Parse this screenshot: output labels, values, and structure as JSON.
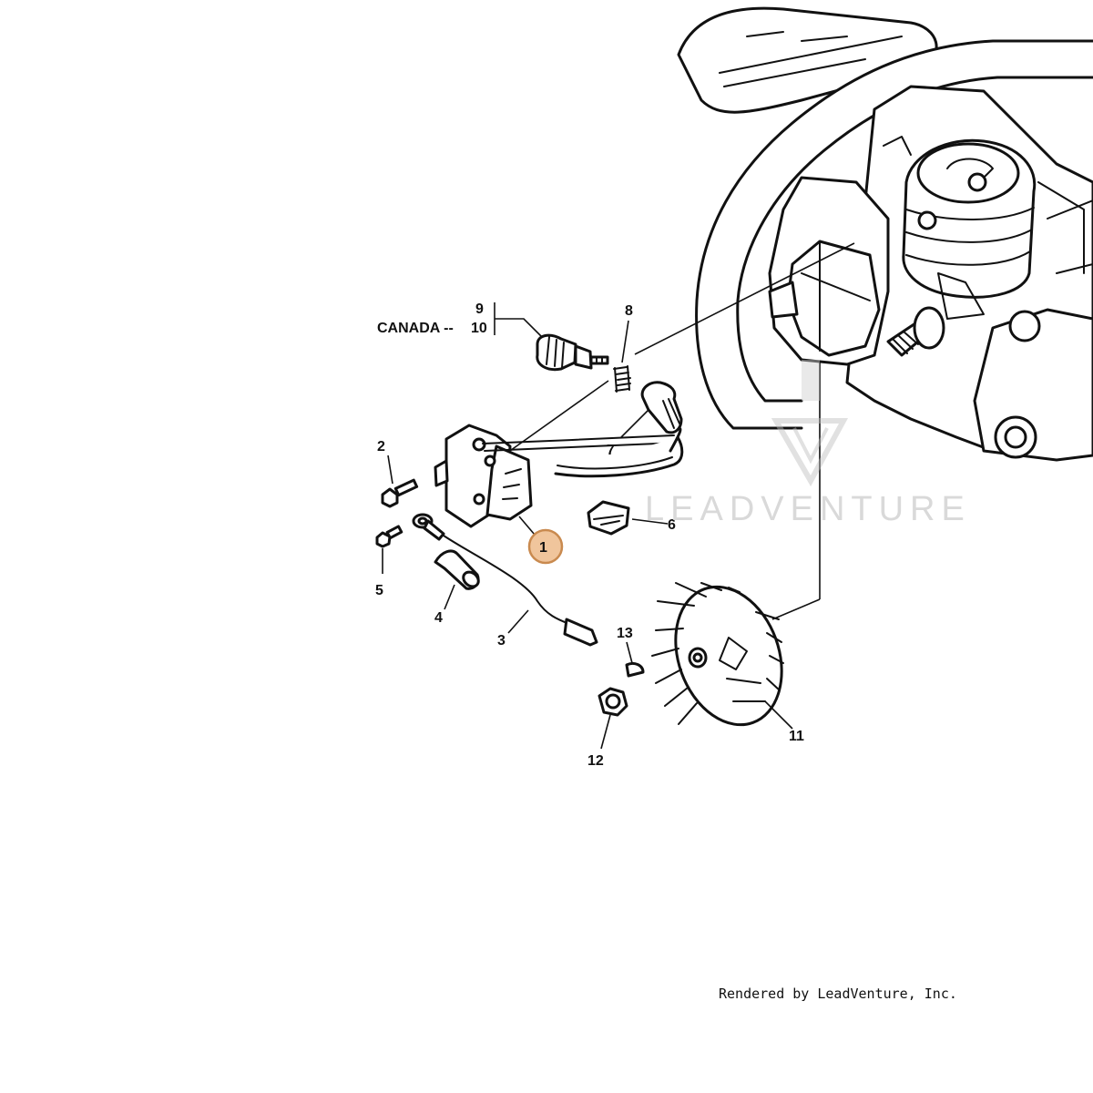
{
  "diagram": {
    "labels": {
      "canada": "CANADA --",
      "callouts": [
        {
          "id": "1",
          "text": "1",
          "highlighted": true
        },
        {
          "id": "2",
          "text": "2"
        },
        {
          "id": "3",
          "text": "3"
        },
        {
          "id": "4",
          "text": "4"
        },
        {
          "id": "5",
          "text": "5"
        },
        {
          "id": "6",
          "text": "6"
        },
        {
          "id": "7",
          "text": "7"
        },
        {
          "id": "8",
          "text": "8"
        },
        {
          "id": "9",
          "text": "9"
        },
        {
          "id": "10",
          "text": "10"
        },
        {
          "id": "11",
          "text": "11"
        },
        {
          "id": "12",
          "text": "12"
        },
        {
          "id": "13",
          "text": "13"
        }
      ]
    },
    "watermark": "LEADVENTURE",
    "credit": "Rendered by LeadVenture, Inc.",
    "colors": {
      "highlight_fill": "#f0c59c",
      "highlight_stroke": "#c98a4f",
      "line": "#111111",
      "watermark": "#d9d9d9"
    }
  }
}
